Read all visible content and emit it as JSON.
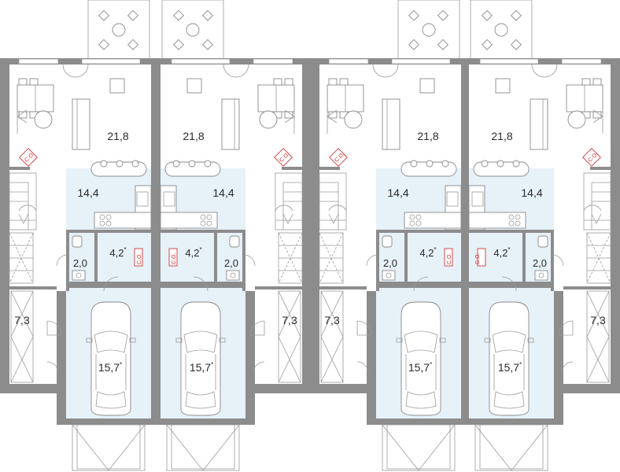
{
  "units": [
    {
      "id": "unit-1",
      "mirror": false,
      "living": "21,8",
      "kitchen": "14,4",
      "bath": "2,0",
      "utility": "4,2",
      "utility_mark": "*",
      "utility_tag": "C.O.",
      "hall": "7,3",
      "garage": "15,7",
      "garage_mark": "*",
      "stove_tag": "C.O."
    },
    {
      "id": "unit-2",
      "mirror": true,
      "living": "21,8",
      "kitchen": "14,4",
      "bath": "2,0",
      "utility": "4,2",
      "utility_mark": "*",
      "utility_tag": "C.O.",
      "hall": "7,3",
      "garage": "15,7",
      "garage_mark": "*",
      "stove_tag": "C.O."
    },
    {
      "id": "unit-3",
      "mirror": false,
      "living": "21,8",
      "kitchen": "14,4",
      "bath": "2,0",
      "utility": "4,2",
      "utility_mark": "*",
      "utility_tag": "C.O.",
      "hall": "7,3",
      "garage": "15,7",
      "garage_mark": "*",
      "stove_tag": "C.O."
    },
    {
      "id": "unit-4",
      "mirror": true,
      "living": "21,8",
      "kitchen": "14,4",
      "bath": "2,0",
      "utility": "4,2",
      "utility_mark": "*",
      "utility_tag": "C.O.",
      "hall": "7,3",
      "garage": "15,7",
      "garage_mark": "*",
      "stove_tag": "C.O."
    }
  ],
  "colors": {
    "wall": "#8c8c8c",
    "highlight": "#e6f1f8",
    "tag": "#d02020"
  }
}
